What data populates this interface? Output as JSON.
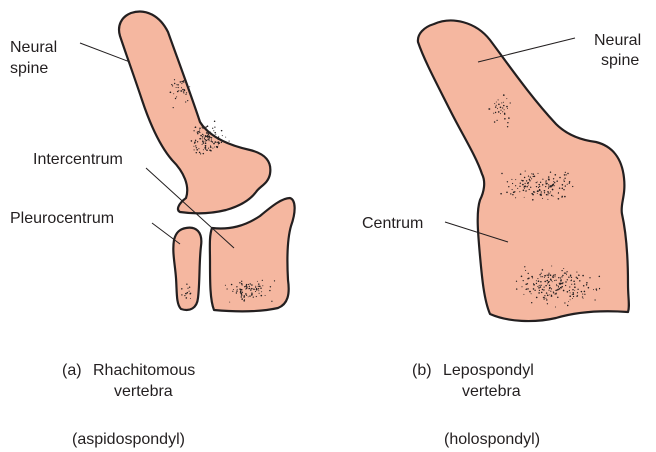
{
  "colors": {
    "bone_fill": "#f5b7a0",
    "outline": "#231f20",
    "stipple": "#231f20",
    "background": "#ffffff"
  },
  "panel_a": {
    "labels": {
      "neural_spine_1": "Neural",
      "neural_spine_2": "spine",
      "intercentrum": "Intercentrum",
      "pleurocentrum": "Pleurocentrum"
    },
    "caption": {
      "letter": "(a)",
      "line1": "Rhachitomous",
      "line2": "vertebra",
      "type": "(aspidospondyl)"
    }
  },
  "panel_b": {
    "labels": {
      "neural_spine_1": "Neural",
      "neural_spine_2": "spine",
      "centrum": "Centrum"
    },
    "caption": {
      "letter": "(b)",
      "line1": "Lepospondyl",
      "line2": "vertebra",
      "type": "(holospondyl)"
    }
  }
}
